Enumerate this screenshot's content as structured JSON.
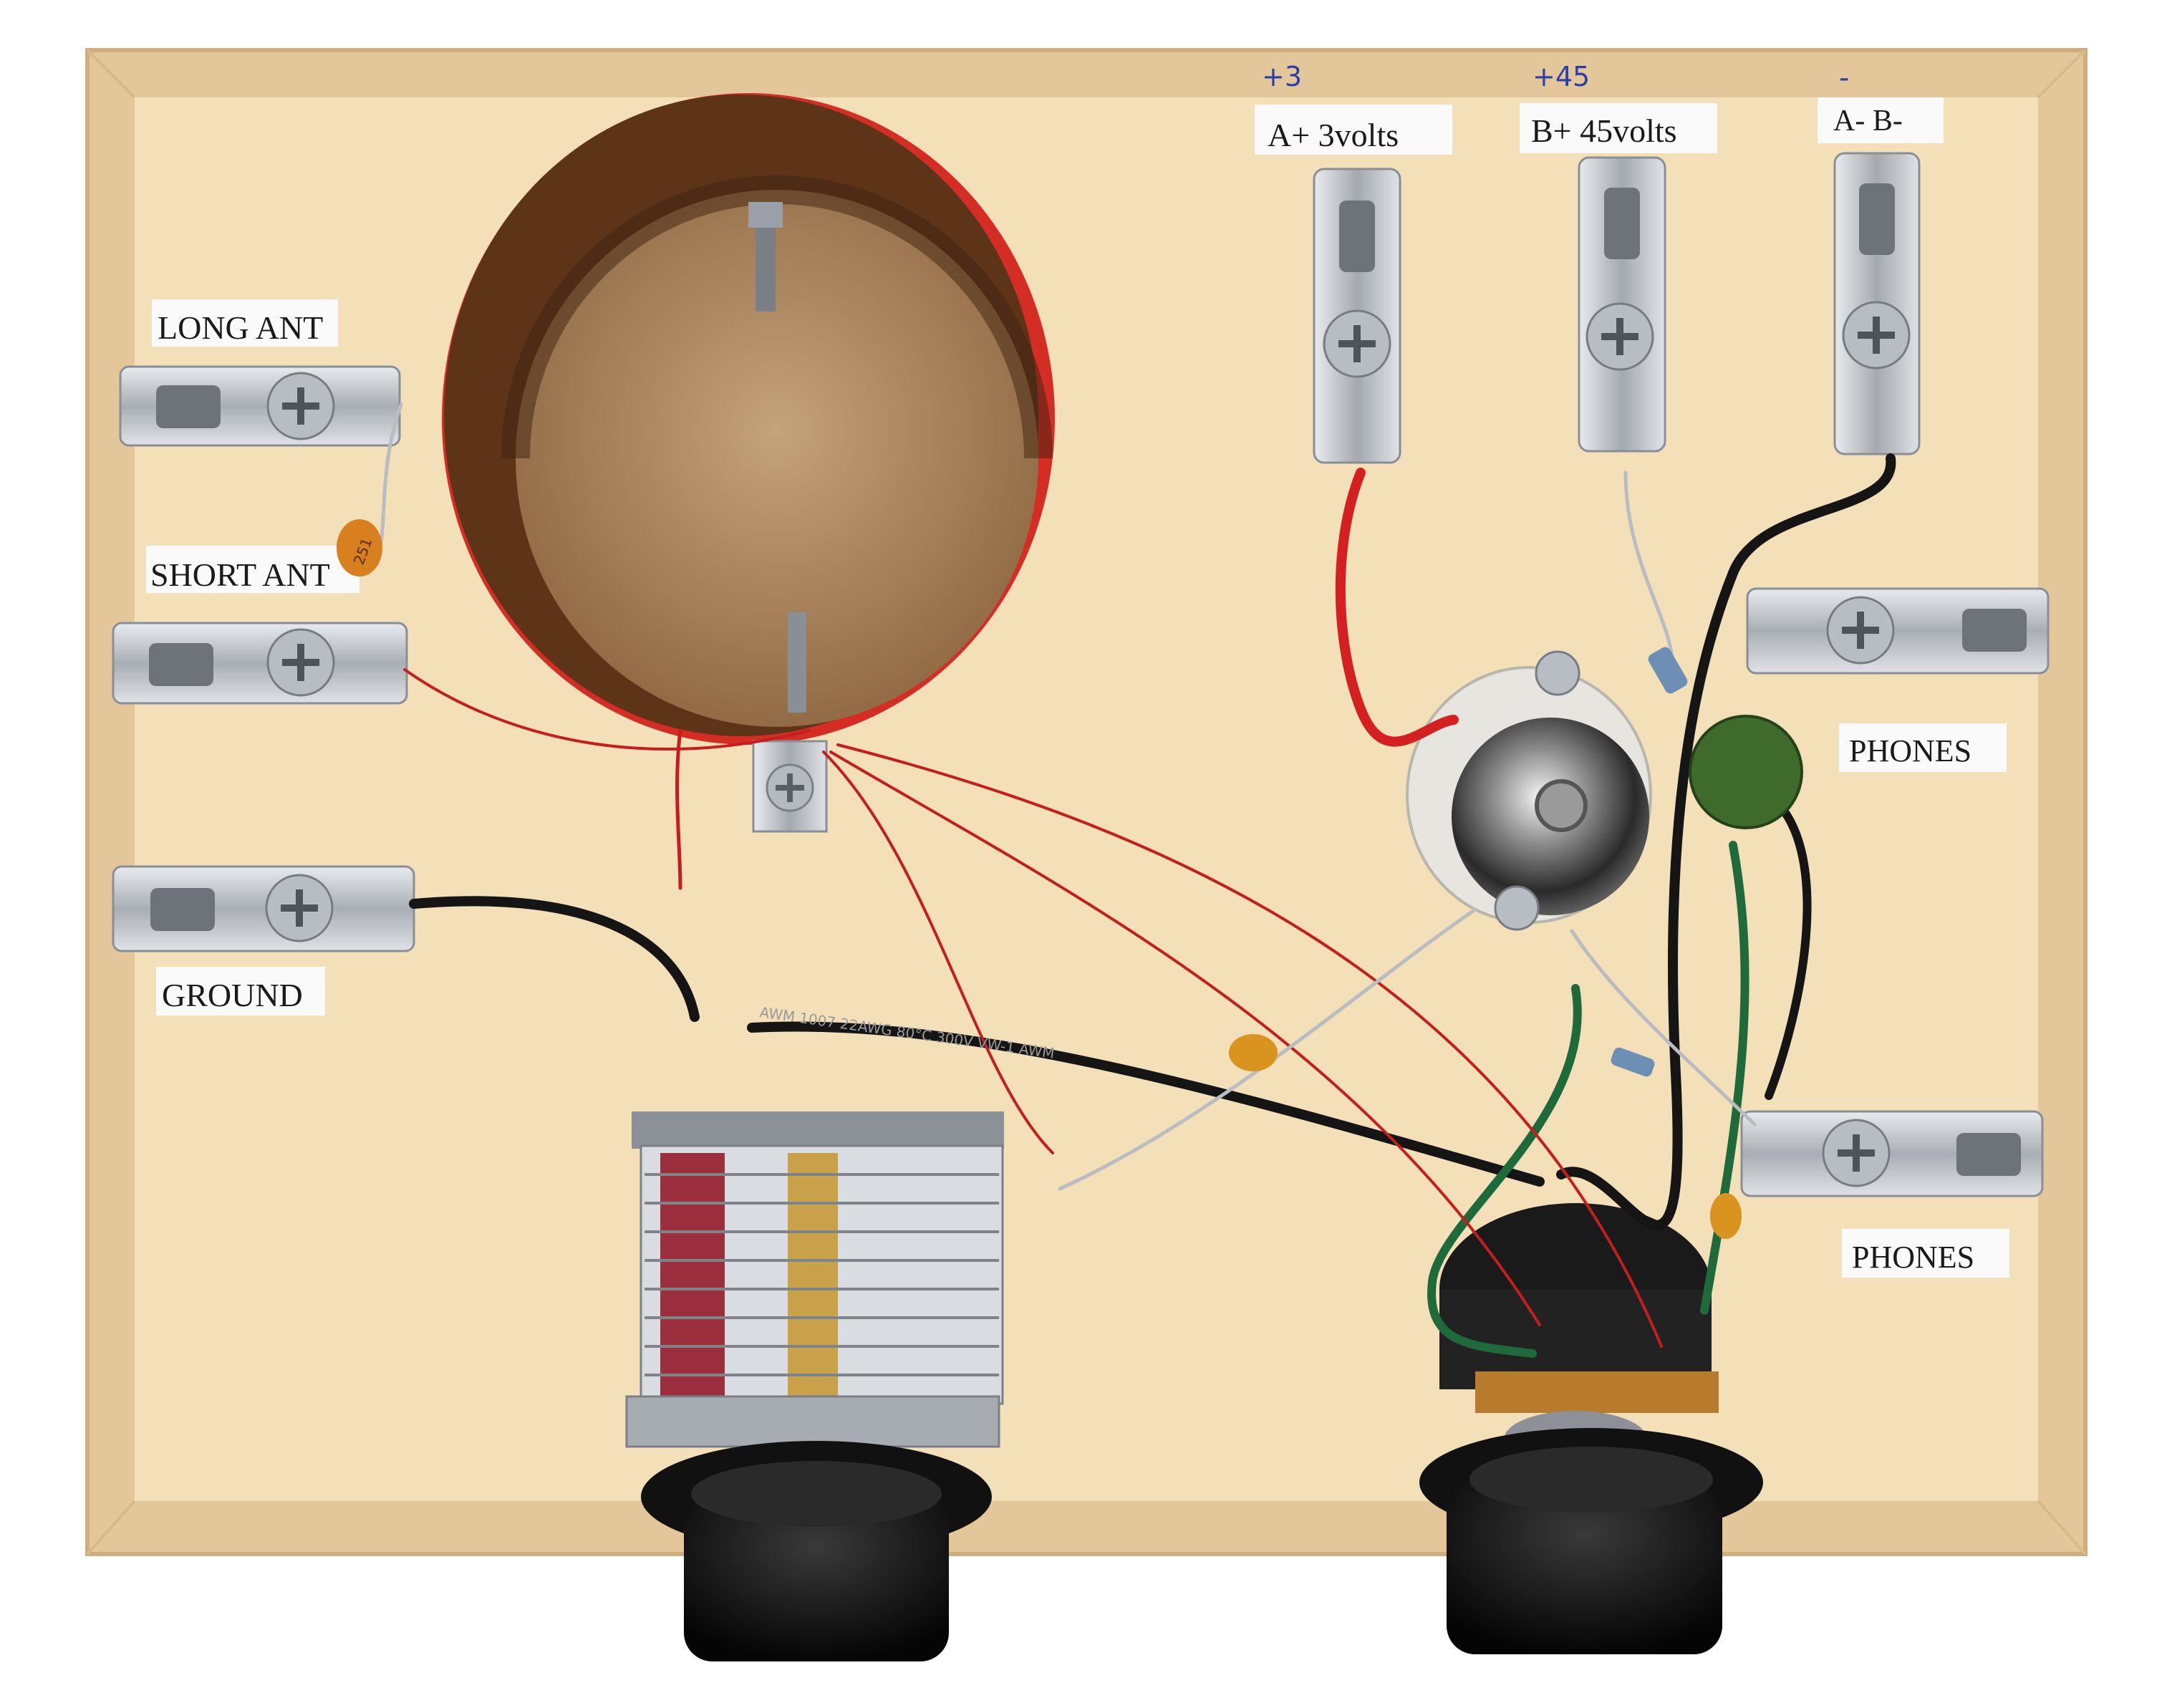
{
  "labels": {
    "long_ant": "LONG ANT",
    "short_ant": "SHORT ANT",
    "ground": "GROUND",
    "a_plus": "A+ 3volts",
    "b_plus": "B+ 45volts",
    "a_b_minus": "A- B-",
    "phones_1": "PHONES",
    "phones_2": "PHONES"
  },
  "handwritten": {
    "a_plus": "+3",
    "b_plus": "+45",
    "minus": "-"
  },
  "wire_print": {
    "text": "AWM 1007 22AWG 80°C 300V VW-1 AWM"
  },
  "capacitor_marking": "251",
  "colors": {
    "board": "#f1dcb4",
    "board_bevel": "#e6caa0",
    "coil_tube": "#6b3d1c",
    "red_wire": "#d42020",
    "black_wire": "#151515",
    "green_wire": "#1f6a3a",
    "metal": "#c9cdd2"
  }
}
